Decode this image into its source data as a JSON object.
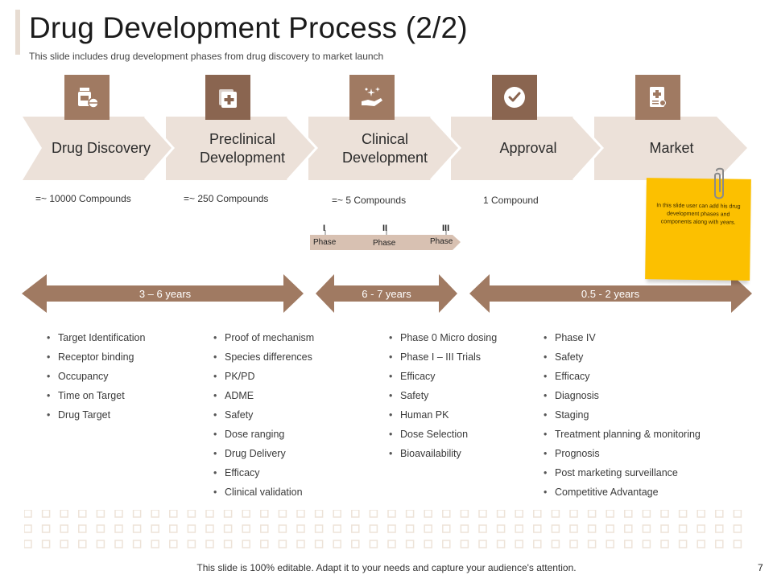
{
  "header": {
    "title": "Drug Development Process (2/2)",
    "subtitle": "This slide includes drug development  phases from drug discovery to market launch"
  },
  "phases": [
    {
      "label": "Drug Discovery",
      "icon": "medicine-bottle-icon",
      "compounds": "=~ 10000 Compounds"
    },
    {
      "label": "Preclinical Development",
      "icon": "first-aid-box-icon",
      "compounds": "=~ 250 Compounds"
    },
    {
      "label": "Clinical Development",
      "icon": "hand-sparkle-icon",
      "compounds": "=~ 5 Compounds"
    },
    {
      "label": "Approval",
      "icon": "checkmark-circle-icon",
      "compounds": "1 Compound"
    },
    {
      "label": "Market",
      "icon": "medical-report-icon",
      "compounds": ""
    }
  ],
  "clinical_phases": {
    "numerals": [
      "I",
      "II",
      "III"
    ],
    "labels": [
      "Phase",
      "Phase",
      "Phase"
    ]
  },
  "durations": [
    "3 – 6 years",
    "6 - 7 years",
    "0.5 - 2 years"
  ],
  "lists": [
    [
      "Target Identification",
      "Receptor binding",
      "Occupancy",
      "Time on Target",
      "Drug Target"
    ],
    [
      "Proof of mechanism",
      "Species differences",
      "PK/PD",
      "ADME",
      "Safety",
      "Dose ranging",
      "Drug Delivery",
      "Efficacy",
      "Clinical validation"
    ],
    [
      "Phase 0 Micro dosing",
      "Phase I – III Trials",
      "Efficacy",
      "Safety",
      "Human PK",
      "Dose Selection",
      "Bioavailability"
    ],
    [
      "Phase IV",
      "Safety",
      "Efficacy",
      "Diagnosis",
      "Staging",
      "Treatment planning & monitoring",
      "Prognosis",
      "Post marketing surveillance",
      "Competitive  Advantage"
    ]
  ],
  "note": {
    "text": "In this slide user can add his drug development phases and components along with years."
  },
  "footer": {
    "text": "This slide is 100% editable. Adapt it to your needs and capture your audience's attention.",
    "page_number": "7"
  },
  "colors": {
    "brown": "#a07a62",
    "dark_brown": "#8a6550",
    "chevron": "#ece1d9",
    "note": "#fcc000",
    "dots": "#ede3d8"
  }
}
